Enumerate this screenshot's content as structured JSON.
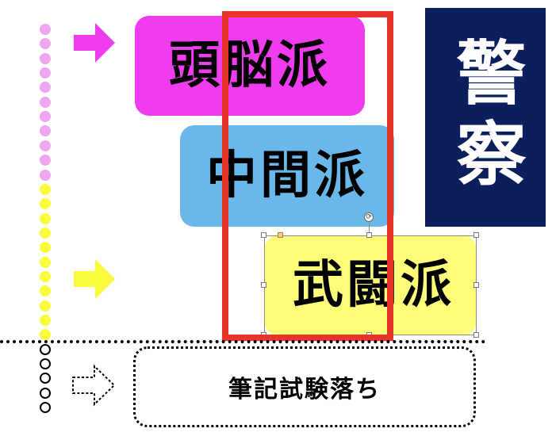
{
  "boxes": {
    "top": {
      "label": "頭脳派",
      "color": "#ee3cee"
    },
    "middle": {
      "label": "中間派",
      "color": "#6ab8ea"
    },
    "bottom": {
      "label": "武闘派",
      "color": "#fdfd7a"
    },
    "exam": {
      "label": "筆記試験落ち"
    }
  },
  "police": {
    "label": "警察",
    "color": "#0a1f5c"
  },
  "highlight_color": "#e8332a",
  "dot_colors": {
    "pink": "#eea6ee",
    "yellow": "#fbfb3d",
    "empty": "#ffffff"
  },
  "arrow_colors": {
    "top": "#ee3cee",
    "bottom": "#fbfb3d"
  }
}
